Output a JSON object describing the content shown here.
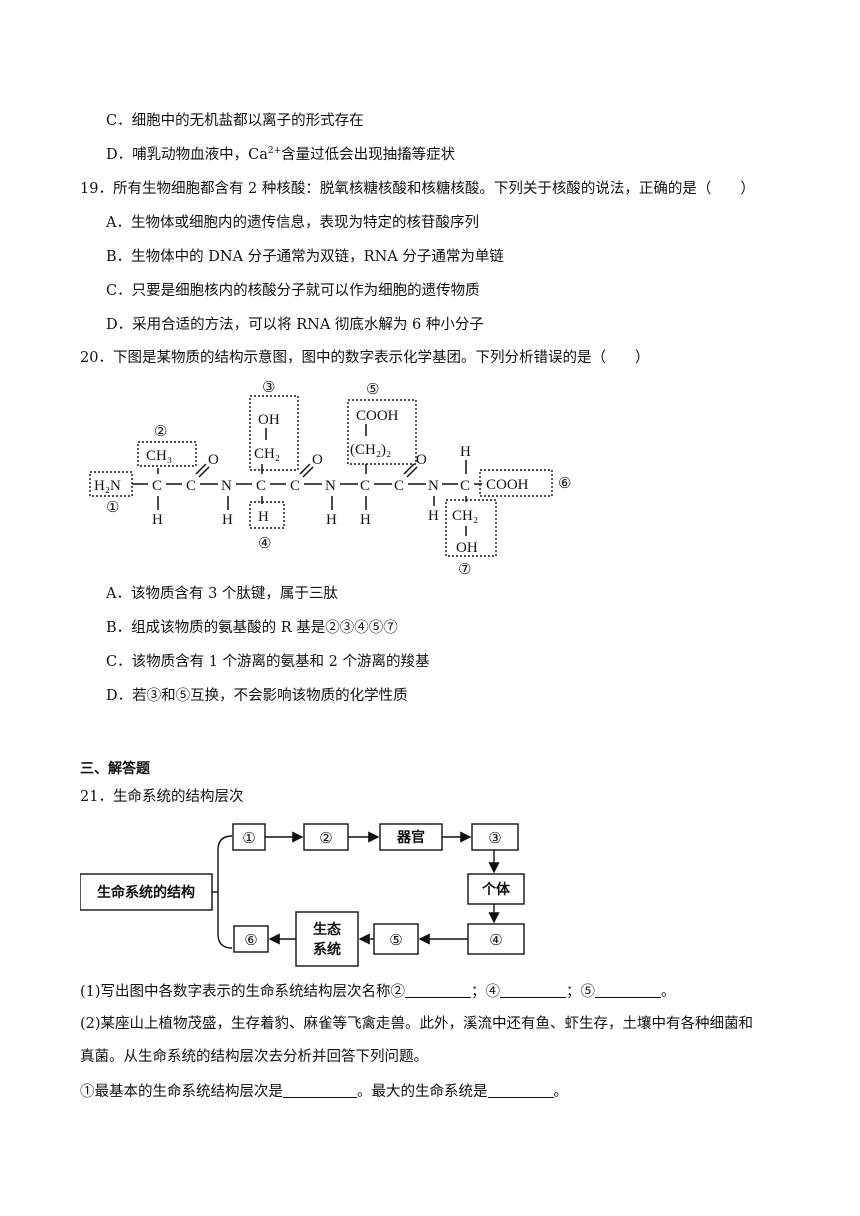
{
  "q18": {
    "optC": "C．细胞中的无机盐都以离子的形式存在",
    "optD_pre": "D．哺乳动物血液中，Ca",
    "optD_sup": "2+",
    "optD_post": "含量过低会出现抽搐等症状"
  },
  "q19": {
    "stem": "19．所有生物细胞都含有 2 种核酸：脱氧核糖核酸和核糖核酸。下列关于核酸的说法，正确的是（　　）",
    "options": [
      "A．生物体或细胞内的遗传信息，表现为特定的核苷酸序列",
      "B．生物体中的 DNA 分子通常为双链，RNA 分子通常为单链",
      "C．只要是细胞核内的核酸分子就可以作为细胞的遗传物质",
      "D．采用合适的方法，可以将 RNA 彻底水解为 6 种小分子"
    ]
  },
  "q20": {
    "stem": "20．下图是某物质的结构示意图，图中的数字表示化学基团。下列分析错误的是（　　）",
    "diagram": {
      "n1": "①",
      "n2": "②",
      "n3": "③",
      "n4": "④",
      "n5": "⑤",
      "n6": "⑥",
      "n7": "⑦",
      "h2n": "H₂N",
      "ch3": "CH₃",
      "oh": "OH",
      "ch2": "CH₂",
      "h": "H",
      "cooh": "COOH",
      "ch2_2": "(CH₂)₂",
      "c": "C",
      "n": "N",
      "o": "O"
    },
    "options": [
      "A．该物质含有 3 个肽键，属于三肽",
      "B．组成该物质的氨基酸的 R 基是②③④⑤⑦",
      "C．该物质含有 1 个游离的氨基和 2 个游离的羧基",
      "D．若③和⑤互换，不会影响该物质的化学性质"
    ]
  },
  "section3": {
    "title": "三、解答题"
  },
  "q21": {
    "stem": "21．生命系统的结构层次",
    "flow": {
      "main": "生命系统的结构",
      "b1": "①",
      "b2": "②",
      "organ": "器官",
      "b3": "③",
      "individual": "个体",
      "b4": "④",
      "b5": "⑤",
      "eco1": "生态",
      "eco2": "系统",
      "b6": "⑥"
    },
    "p1_pre": "(1)写出图中各数字表示的生命系统结构层次名称②",
    "p1_sep1": "；④",
    "p1_sep2": "；⑤",
    "p1_end": "。",
    "p2_line1": "(2)某座山上植物茂盛，生存着豹、麻雀等飞禽走兽。此外，溪流中还有鱼、虾生存，土壤中有各种细菌和",
    "p2_line2": "真菌。从生命系统的结构层次去分析并回答下列问题。",
    "p2_sub_pre": "①最基本的生命系统结构层次是",
    "p2_sub_mid": "。最大的生命系统是",
    "p2_sub_end": "。"
  }
}
